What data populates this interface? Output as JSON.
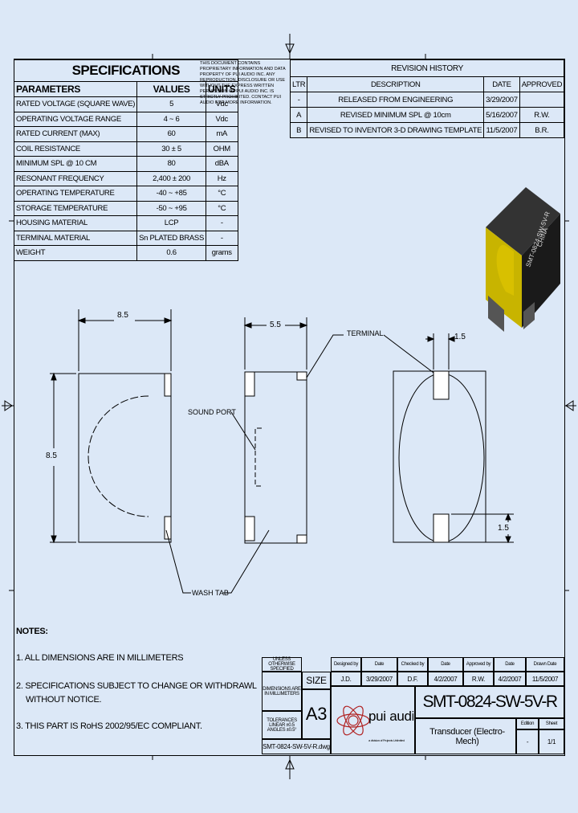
{
  "specs": {
    "title": "SPECIFICATIONS",
    "headers": [
      "PARAMETERS",
      "VALUES",
      "UNITS"
    ],
    "rows": [
      {
        "param": "RATED VOLTAGE (SQUARE WAVE)",
        "value": "5",
        "unit": "Vdc"
      },
      {
        "param": "OPERATING VOLTAGE RANGE",
        "value": "4 ~ 6",
        "unit": "Vdc"
      },
      {
        "param": "RATED CURRENT (MAX)",
        "value": "60",
        "unit": "mA"
      },
      {
        "param": "COIL RESISTANCE",
        "value": "30 ± 5",
        "unit": "OHM"
      },
      {
        "param": "MINIMUM SPL @ 10 CM",
        "value": "80",
        "unit": "dBA"
      },
      {
        "param": "RESONANT FREQUENCY",
        "value": "2,400 ± 200",
        "unit": "Hz"
      },
      {
        "param": "OPERATING TEMPERATURE",
        "value": "-40 ~ +85",
        "unit": "°C"
      },
      {
        "param": "STORAGE TEMPERATURE",
        "value": "-50 ~ +95",
        "unit": "°C"
      },
      {
        "param": "HOUSING MATERIAL",
        "value": "LCP",
        "unit": "-"
      },
      {
        "param": "TERMINAL MATERIAL",
        "value": "Sn PLATED BRASS",
        "unit": "-"
      },
      {
        "param": "WEIGHT",
        "value": "0.6",
        "unit": "grams"
      }
    ]
  },
  "notice": "THIS DOCUMENT CONTAINS PROPRIETARY INFORMATION AND DATA PROPERTY OF PUI AUDIO INC. ANY REPRODUCTION, DISCLOSURE OR USE WITHOUT THE EXPRESS WRITTEN PERMISSION OF PUI AUDIO INC. IS STRICTLY PROHIBITED. CONTACT PUI AUDIO FOR MORE INFORMATION.",
  "revisions": {
    "title": "REVISION HISTORY",
    "headers": [
      "LTR",
      "DESCRIPTION",
      "DATE",
      "APPROVED"
    ],
    "rows": [
      {
        "ltr": "-",
        "desc": "RELEASED FROM ENGINEERING",
        "date": "3/29/2007",
        "appr": ""
      },
      {
        "ltr": "A",
        "desc": "REVISED MINIMUM SPL @ 10cm",
        "date": "5/16/2007",
        "appr": "R.W."
      },
      {
        "ltr": "B",
        "desc": "REVISED TO INVENTOR 3-D DRAWING TEMPLATE",
        "date": "11/5/2007",
        "appr": "B.R."
      }
    ]
  },
  "drawing": {
    "dim_width": "8.5",
    "dim_height": "8.5",
    "dim_depth": "5.5",
    "dim_terminal_w": "1.5",
    "dim_terminal_h": "1.5",
    "label_terminal": "TERMINAL",
    "label_sound_port": "SOUND PORT",
    "label_wash_tab": "WASH TAB",
    "part_marking": [
      "SMT-0824-SW-5V-R",
      "CHINA"
    ]
  },
  "notes": {
    "title": "NOTES:",
    "items": [
      "1. ALL DIMENSIONS ARE IN MILLIMETERS",
      "2. SPECIFICATIONS SUBJECT TO CHANGE OR WITHDRAWL",
      "WITHOUT NOTICE.",
      "3. THIS PART IS RoHS 2002/95/EC COMPLIANT."
    ]
  },
  "title_block": {
    "unless_note": "UNLESS OTHERWISE SPECIFIED",
    "dims_note": "DIMENSIONS ARE IN MILLIMETERS",
    "tol_note": "TOLERANCES LINEAR ±0.5 ANGLES ±0.5°",
    "size_label": "SIZE",
    "size_value": "A3",
    "designed_by_label": "Designed by",
    "designed_by": "J.D.",
    "date_label_1": "Date",
    "date_1": "3/29/2007",
    "checked_by_label": "Checked by",
    "checked_by": "D.F.",
    "date_label_2": "Date",
    "date_2": "4/2/2007",
    "approved_by_label": "Approved by",
    "approved_by": "R.W.",
    "date_label_3": "Date",
    "date_3": "4/2/2007",
    "drawn_date_label": "Drawn Date",
    "drawn_date": "11/5/2007",
    "part_number": "SMT-0824-SW-5V-R",
    "description": "Transducer (Electro-Mech)",
    "edition_label": "Edition",
    "edition": "-",
    "sheet_label": "Sheet",
    "sheet": "1/1",
    "file_name": "SMT-0824-SW-5V-R.dwg",
    "logo_text": "pui audio",
    "logo_sub": "a division of Projects Unlimited"
  }
}
